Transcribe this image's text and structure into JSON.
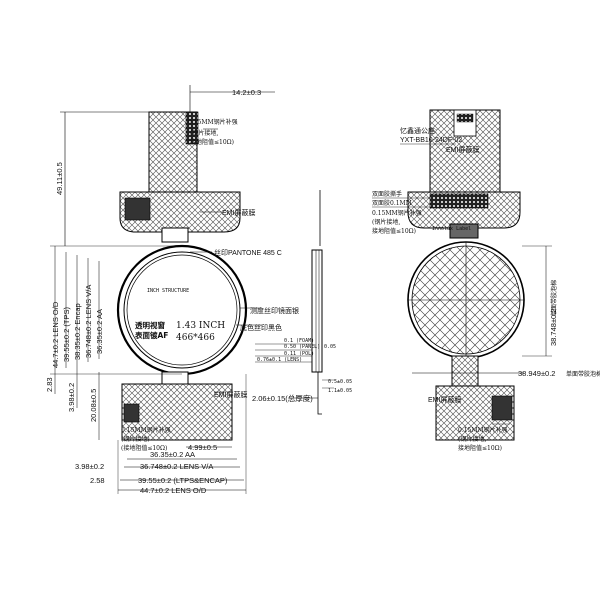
{
  "front_view": {
    "top_dim": "14.2±0.3",
    "height_dim": "49.11±0.5",
    "stiffener_top": "0.15MM钢片补强",
    "stiffener_top_note1": "(钢片接地,",
    "stiffener_top_note2": "接地阻值≤10Ω)",
    "ic_label": "EMI屏蔽膜",
    "silk_label": "丝印PANTONE 485 C",
    "silk_ring_label": "测度丝印镜面银",
    "bottom_silk_label": "底色丝印黑色",
    "window_line1": "透明视窗",
    "window_line2": "表面镀AF",
    "size_line1": "1.43 INCH",
    "size_line2": "466*466",
    "small_label": "INCH STRUCTURE",
    "emi_lower": "EMI屏蔽膜",
    "bottom_stiffener": "0.15MM钢片补强",
    "bottom_stiffener_note": "(钢片接地)",
    "bottom_stiffener_note2": "(接地阻值≤10Ω)",
    "v_dims": [
      "44.7±0.2 LENS O/D",
      "39.55±0.2 (TPS)",
      "38.35±0.2 Encap",
      "36.748±0.2 LENS V/A",
      "36.35±0.2 AA"
    ],
    "v_dims_lower": [
      "2.83",
      "3.98±0.2",
      "20.08±0.5"
    ],
    "h_dims": [
      "4.99±0.5",
      "36.35±0.2 AA",
      "36.748±0.2 LENS V/A",
      "39.55±0.2 (LTPS&ENCAP)",
      "44.7±0.2 LENS O/D"
    ],
    "h_left_dims": [
      "3.98±0.2",
      "2.58"
    ]
  },
  "side_view": {
    "layers": [
      "0.1 (FOAM)",
      "0.50 (PANEL)",
      "0.11 (POL)",
      "0.76±0.1 (LENS)"
    ],
    "thickness_dim": "2.06±0.15(总厚度)",
    "fpc_thk1": "0.5±0.05",
    "fpc_thk2": "1.1±0.05",
    "fpc_dim_small": "0.05"
  },
  "back_view": {
    "connector_label": "忆鑫通公座:",
    "connector_part": "YXT-BB10-24DF-02",
    "emi_label": "EMI屏蔽膜",
    "label_a": "双面胶撕手",
    "label_b": "双面胶0.1MM",
    "label_c": "0.15MM钢片补强",
    "label_d": "(钢片接地,",
    "label_e": "接地阻值≤10Ω)",
    "small_label": "Innolux Label",
    "right_text": "单面带胶泡棉",
    "right_dim": "38.748±0.2",
    "bottom_dim": "38.949±0.2",
    "bottom_dim_note": "单面带胶泡棉",
    "emi_lower": "EMI屏蔽膜",
    "bottom_stiffener": "0.15MM钢片补强",
    "bottom_stiffener_note": "(钢片接地,",
    "bottom_stiffener_note2": "接地阻值≤10Ω)"
  }
}
